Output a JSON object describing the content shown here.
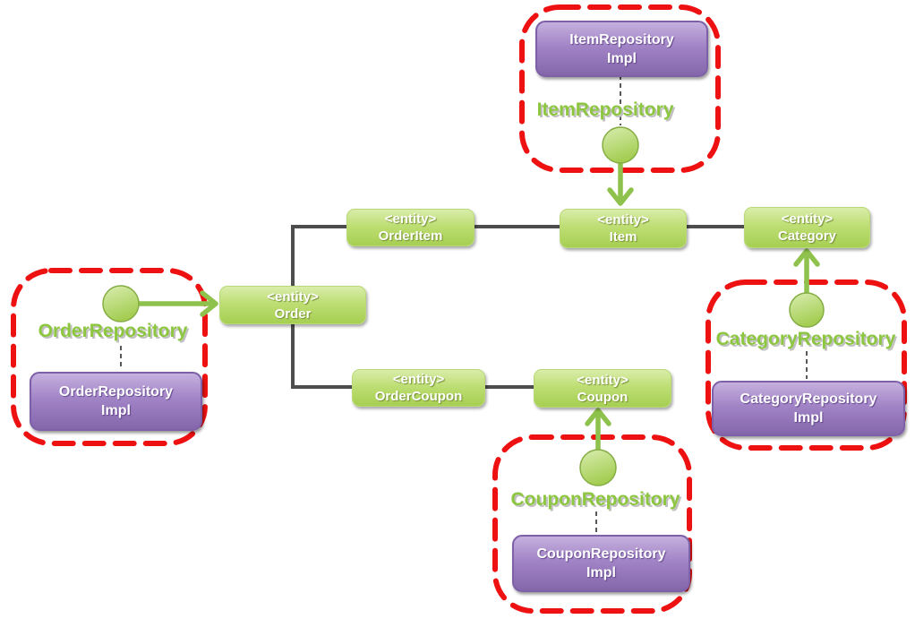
{
  "diagram": {
    "title": "repository-entity-diagram",
    "colors": {
      "group_border_red": "#ee1111",
      "entity_green_light": "#d9edaa",
      "entity_green_dark": "#a6cf52",
      "impl_purple_light": "#c5b0de",
      "impl_purple_dark": "#8466ab",
      "interface_text_green": "#8dc63f",
      "arrow_green": "#8fc24c",
      "connector_gray": "#4d4d4d",
      "background": "#ffffff"
    },
    "entities": [
      {
        "id": "order-item",
        "stereotype": "<entity>",
        "name": "OrderItem"
      },
      {
        "id": "item",
        "stereotype": "<entity>",
        "name": "Item"
      },
      {
        "id": "category",
        "stereotype": "<entity>",
        "name": "Category"
      },
      {
        "id": "order",
        "stereotype": "<entity>",
        "name": "Order"
      },
      {
        "id": "order-coupon",
        "stereotype": "<entity>",
        "name": "OrderCoupon"
      },
      {
        "id": "coupon",
        "stereotype": "<entity>",
        "name": "Coupon"
      }
    ],
    "repositories": [
      {
        "id": "item-repository",
        "interface": "ItemRepository",
        "impl_line1": "ItemRepository",
        "impl_line2": "Impl"
      },
      {
        "id": "order-repository",
        "interface": "OrderRepository",
        "impl_line1": "OrderRepository",
        "impl_line2": "Impl"
      },
      {
        "id": "category-repository",
        "interface": "CategoryRepository",
        "impl_line1": "CategoryRepository",
        "impl_line2": "Impl"
      },
      {
        "id": "coupon-repository",
        "interface": "CouponRepository",
        "impl_line1": "CouponRepository",
        "impl_line2": "Impl"
      }
    ]
  }
}
